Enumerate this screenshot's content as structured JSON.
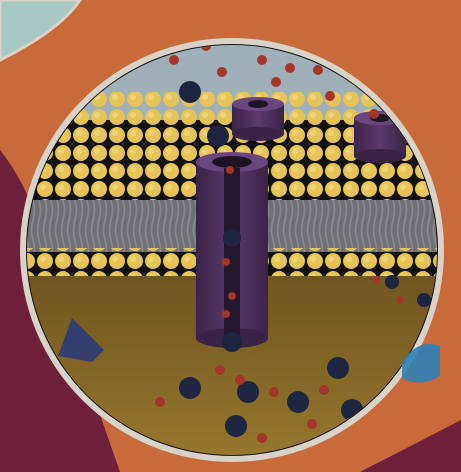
{
  "image": {
    "subject": "cell-membrane-channel-illustration",
    "colors": {
      "background_orange": "#c96a3a",
      "background_magenta": "#6e1f3a",
      "frame_border": "#d9d2c8",
      "extracellular_blue": "#9fb0b8",
      "lipid_head_yellow": "#e7c458",
      "lipid_tail_gray": "#8f8f93",
      "cytoplasm_brown": "#8b6a27",
      "protein_purple": "#4b2f5b",
      "large_particle_navy": "#1d2540",
      "small_particle_red": "#a3352a"
    },
    "icons": [
      "membrane-channel-protein",
      "small-channel-protein",
      "particle"
    ]
  }
}
